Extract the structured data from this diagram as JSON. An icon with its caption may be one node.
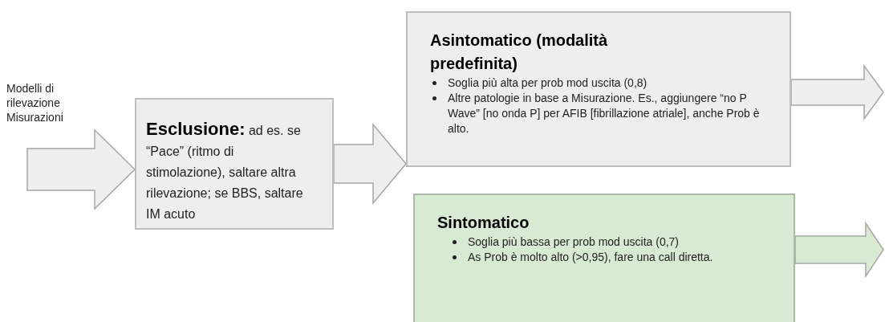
{
  "diagram": {
    "nodes": [
      {
        "text": [
          "**Esclusione:** ad es. se “Pace” (ritmo di stimolazione), saltare altra rilevazione; se BBS, saltare IM acuto"
        ]
      },
      {
        "text": [
          "Asintomatico (modalità predefinita)",
          "Soglia più alta per prob mod uscita (0,8)",
          "Altre patologie in base a Misurazione. Es., aggiungere “no P Wave” [no onda P] per AFIB [fibrillazione atriale], anche Prob è alto."
        ]
      },
      {
        "text": [
          "Sintomatico",
          "Soglia più bassa per prob mod uscita (0,7)",
          "As Prob è molto alto (>0,95), fare una call diretta."
        ]
      }
    ],
    "edges": [
      {
        "from": null,
        "to": 0,
        "arrow": "to",
        "label": "Modelli di rilevazione Misurazioni"
      },
      {
        "from": 0,
        "to": 1,
        "arrow": "to"
      },
      {
        "from": 1,
        "to": null,
        "arrow": "to"
      },
      {
        "from": 2,
        "to": null,
        "arrow": "to",
        "color": "#d9ead3"
      }
    ]
  }
}
